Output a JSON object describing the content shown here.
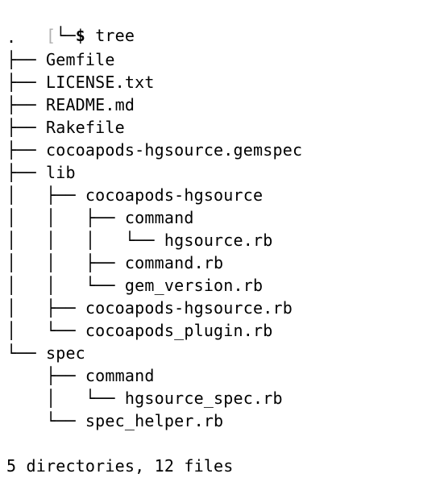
{
  "prompt": {
    "bracket": "[",
    "corner": "└─",
    "symbol": "$",
    "command": " tree"
  },
  "tree_lines": [
    ".",
    "├── Gemfile",
    "├── LICENSE.txt",
    "├── README.md",
    "├── Rakefile",
    "├── cocoapods-hgsource.gemspec",
    "├── lib",
    "│   ├── cocoapods-hgsource",
    "│   │   ├── command",
    "│   │   │   └── hgsource.rb",
    "│   │   ├── command.rb",
    "│   │   └── gem_version.rb",
    "│   ├── cocoapods-hgsource.rb",
    "│   └── cocoapods_plugin.rb",
    "└── spec",
    "    ├── command",
    "    │   └── hgsource_spec.rb",
    "    └── spec_helper.rb"
  ],
  "summary": "5 directories, 12 files",
  "colors": {
    "background": "#ffffff",
    "text": "#000000",
    "prompt_user": "#1a8f1a",
    "prompt_path": "#2b2bbf"
  }
}
